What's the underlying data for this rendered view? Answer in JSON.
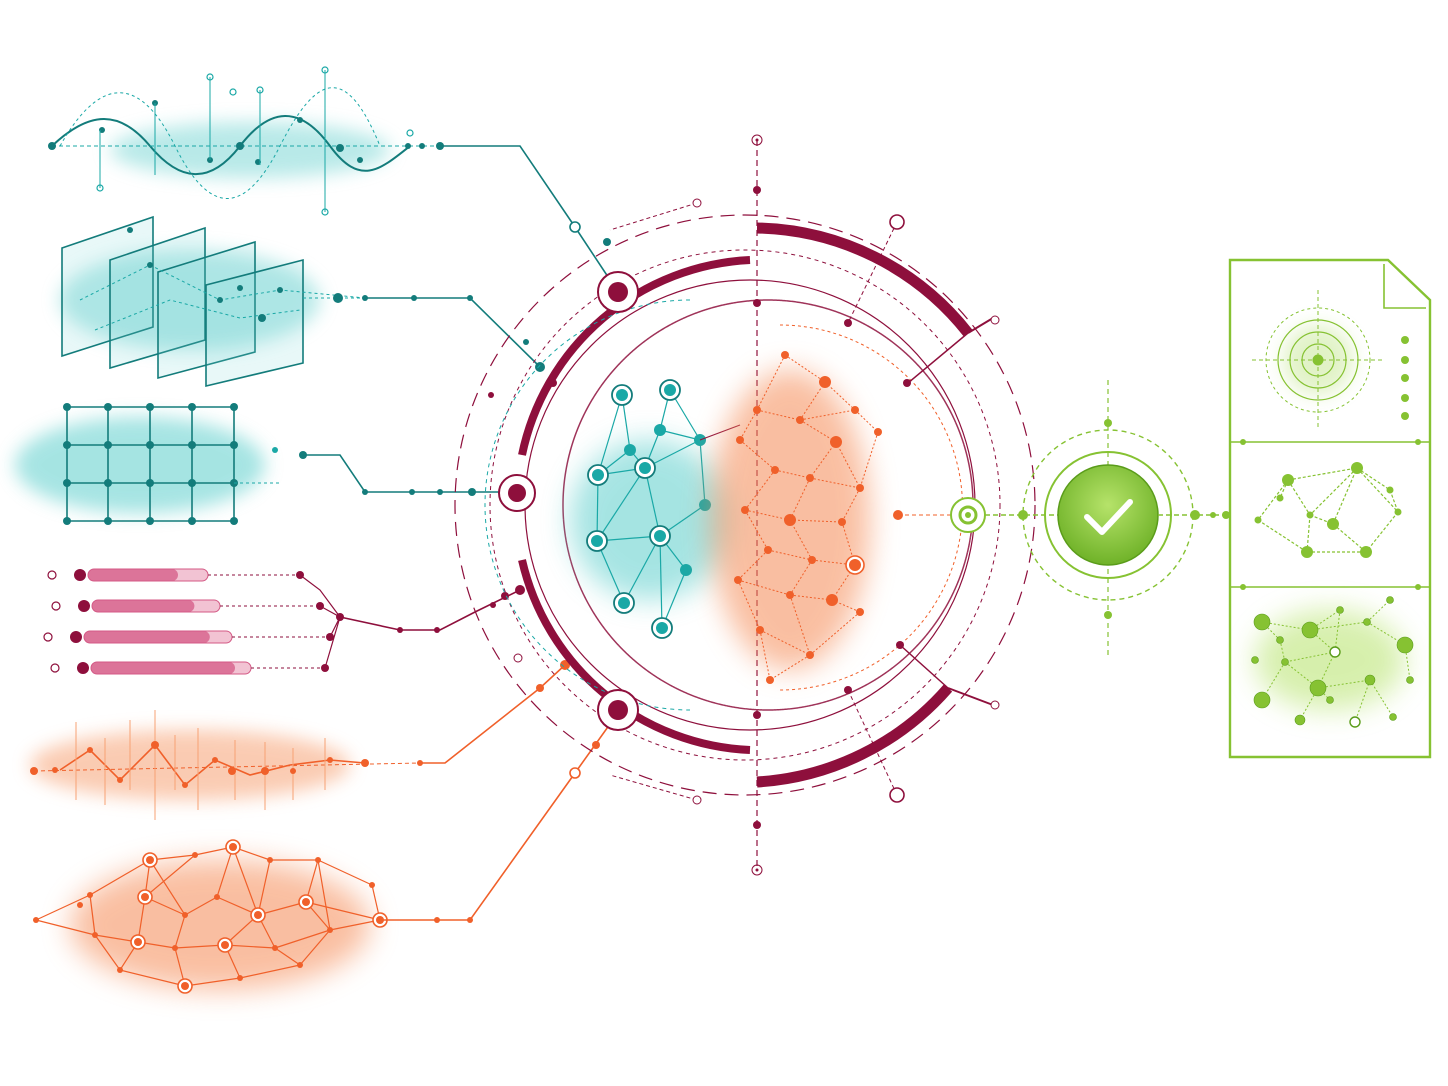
{
  "diagram": {
    "description_text": "",
    "colors": {
      "teal": "#1aa8a6",
      "teal_dark": "#137c7b",
      "teal_light": "#7fd8d6",
      "crimson": "#8e0f3c",
      "pink": "#d45a86",
      "pink_light": "#f2c3d3",
      "orange": "#f0602a",
      "orange_light": "#f7a274",
      "green": "#86c232",
      "green_dark": "#5a9c1a",
      "green_light": "#c9e89a"
    },
    "input_panels": [
      {
        "id": "waveform",
        "color": "teal",
        "icon": "waveform-icon"
      },
      {
        "id": "stacked-layers",
        "color": "teal",
        "icon": "layers-icon"
      },
      {
        "id": "grid-matrix",
        "color": "teal",
        "icon": "grid-icon"
      },
      {
        "id": "bar-list",
        "color": "pink",
        "icon": "bars-icon",
        "bar_fill": [
          0.75,
          0.8,
          0.85,
          0.9
        ]
      },
      {
        "id": "orange-signal",
        "color": "orange",
        "icon": "signal-icon"
      },
      {
        "id": "orange-network",
        "color": "orange",
        "icon": "network-icon"
      }
    ],
    "core": {
      "id": "processing-core",
      "icon": "circular-processor-icon"
    },
    "validation": {
      "id": "validation-check",
      "icon": "check-icon"
    },
    "output_document": {
      "id": "output-document",
      "icon": "document-icon",
      "sections": [
        "target-icon",
        "network-icon",
        "scatter-icon"
      ]
    }
  }
}
